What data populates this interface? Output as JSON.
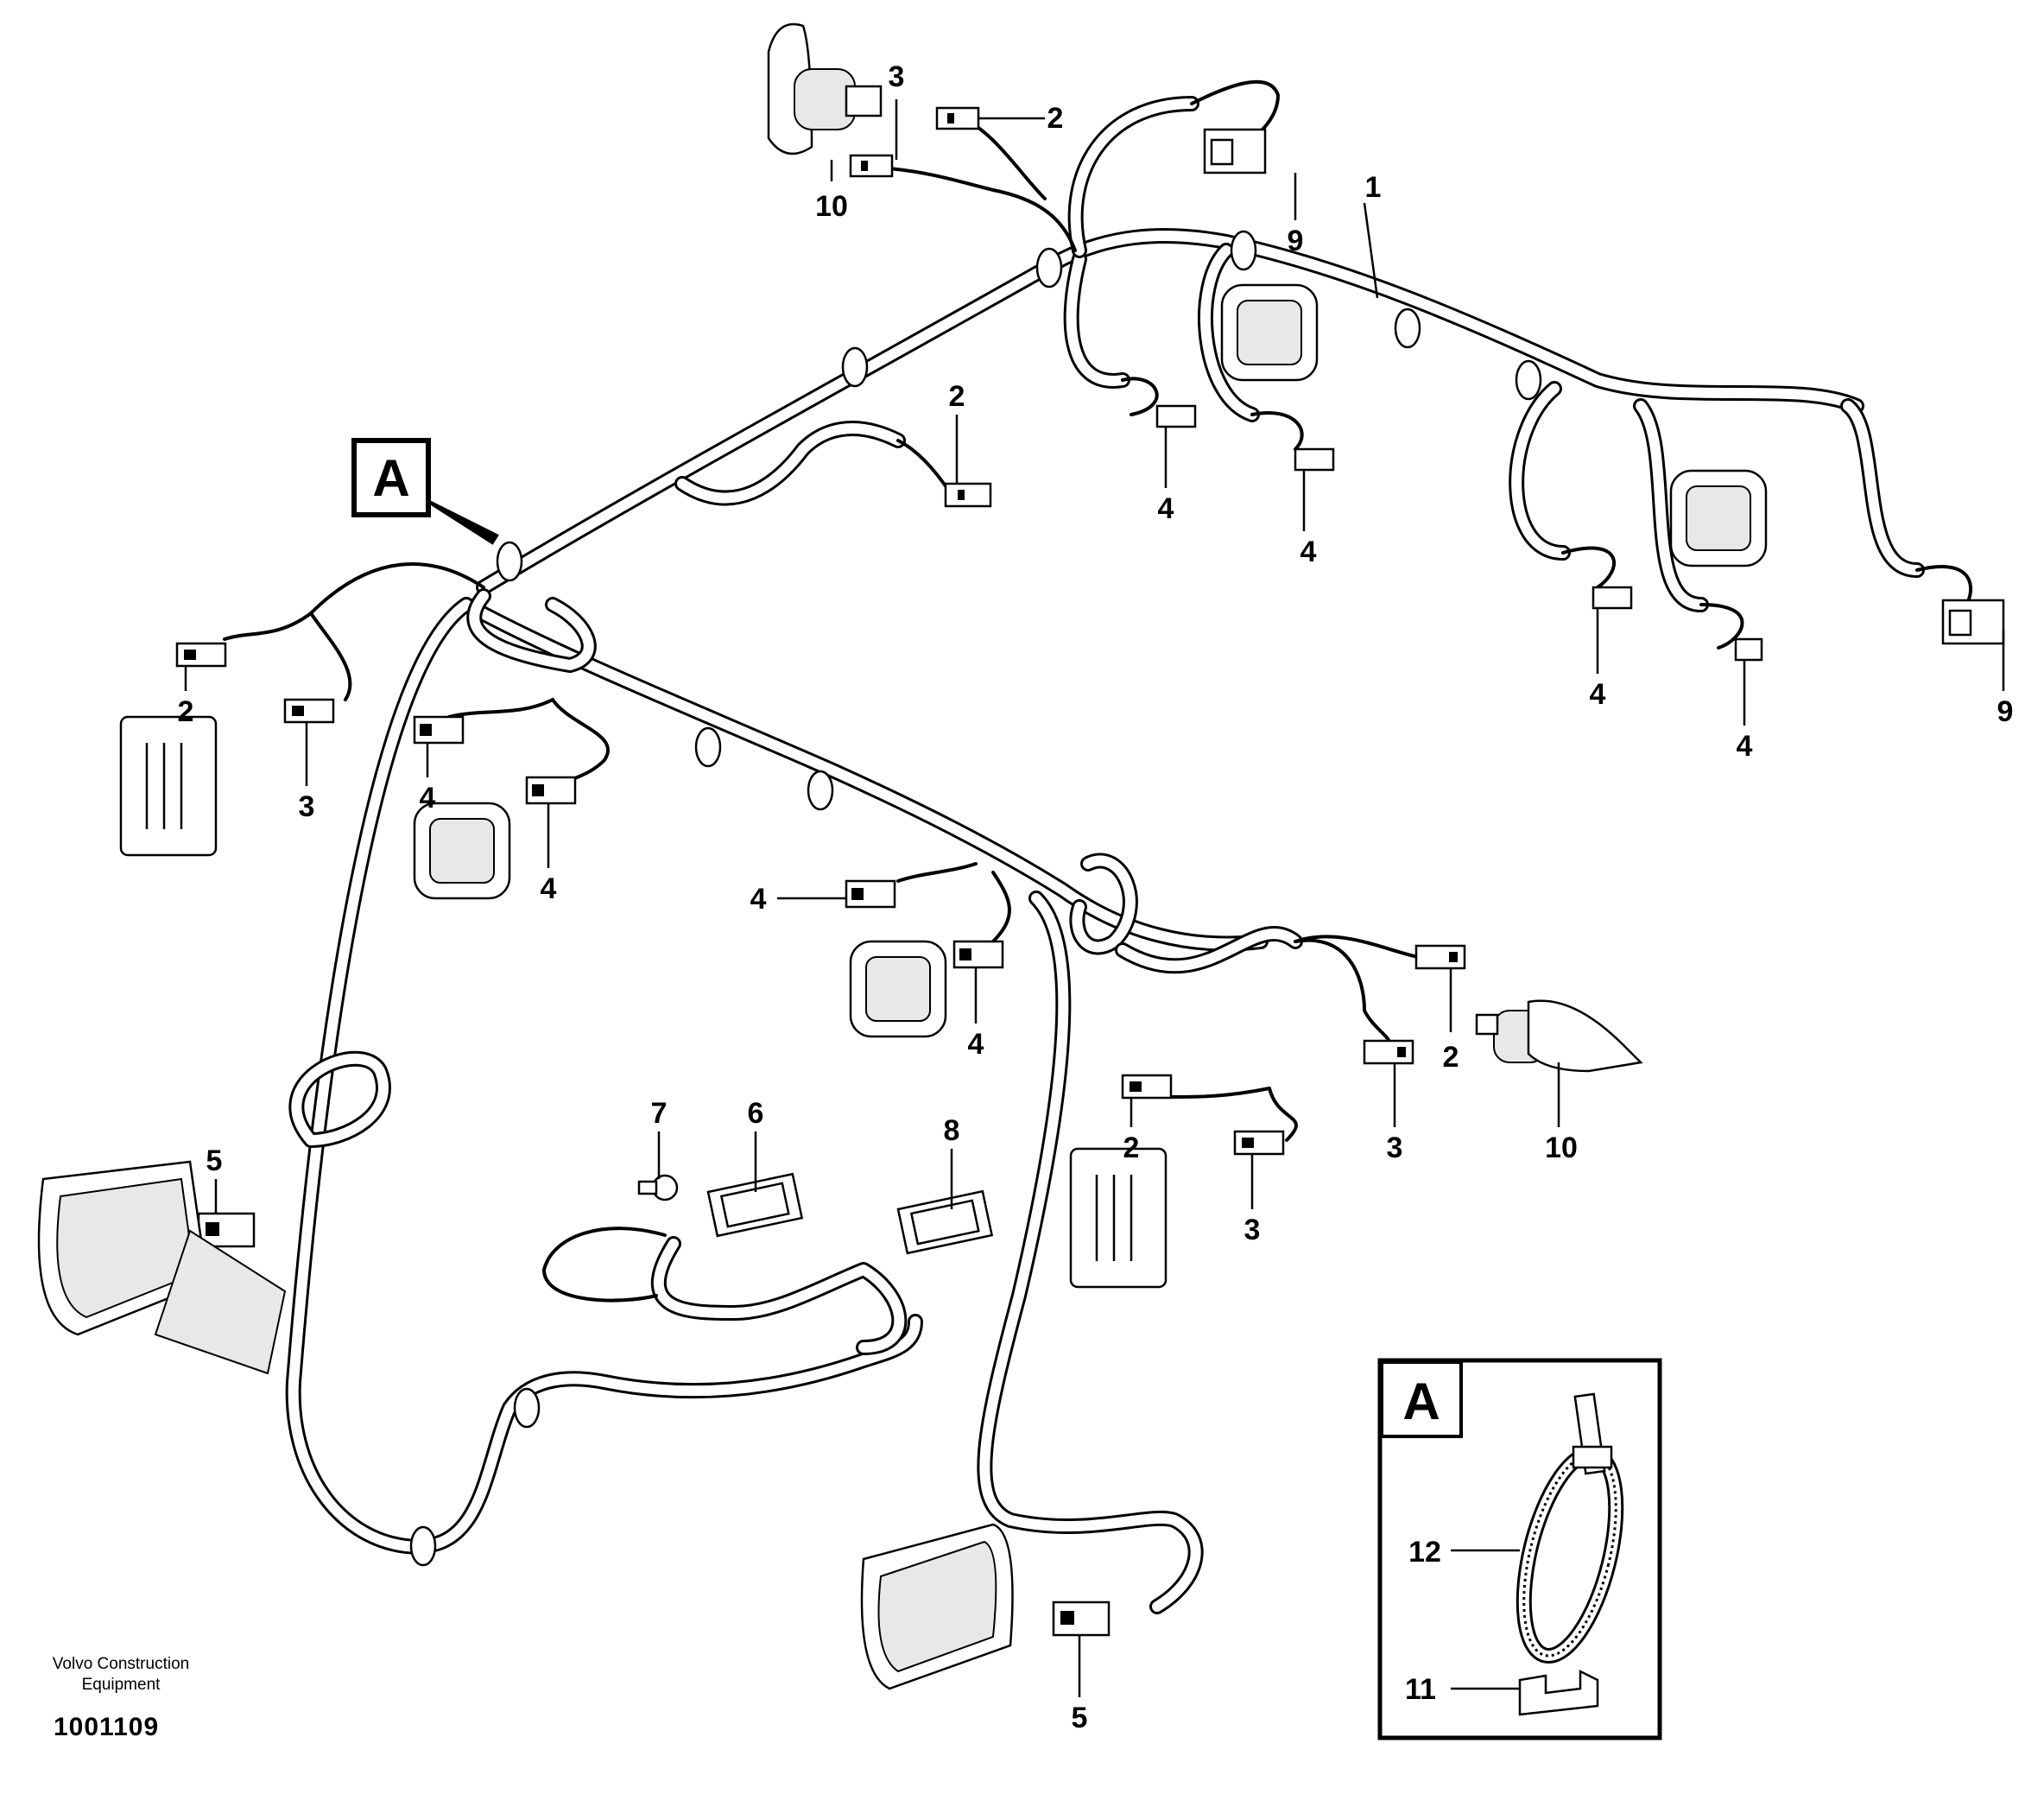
{
  "diagram": {
    "detail_marker": "A",
    "inset": {
      "label": "A"
    },
    "footer": {
      "brand": "Volvo Construction Equipment",
      "drawing_number": "1001109"
    },
    "callouts": [
      {
        "id": "c1",
        "text": "1"
      },
      {
        "id": "c2a",
        "text": "2"
      },
      {
        "id": "c2b",
        "text": "2"
      },
      {
        "id": "c2c",
        "text": "2"
      },
      {
        "id": "c2d",
        "text": "2"
      },
      {
        "id": "c2e",
        "text": "2"
      },
      {
        "id": "c3a",
        "text": "3"
      },
      {
        "id": "c3b",
        "text": "3"
      },
      {
        "id": "c3c",
        "text": "3"
      },
      {
        "id": "c3d",
        "text": "3"
      },
      {
        "id": "c4a",
        "text": "4"
      },
      {
        "id": "c4b",
        "text": "4"
      },
      {
        "id": "c4c",
        "text": "4"
      },
      {
        "id": "c4d",
        "text": "4"
      },
      {
        "id": "c4e",
        "text": "4"
      },
      {
        "id": "c4f",
        "text": "4"
      },
      {
        "id": "c4g",
        "text": "4"
      },
      {
        "id": "c4h",
        "text": "4"
      },
      {
        "id": "c5a",
        "text": "5"
      },
      {
        "id": "c5b",
        "text": "5"
      },
      {
        "id": "c6",
        "text": "6"
      },
      {
        "id": "c7",
        "text": "7"
      },
      {
        "id": "c8",
        "text": "8"
      },
      {
        "id": "c9a",
        "text": "9"
      },
      {
        "id": "c9b",
        "text": "9"
      },
      {
        "id": "c10a",
        "text": "10"
      },
      {
        "id": "c10b",
        "text": "10"
      },
      {
        "id": "c11",
        "text": "11"
      },
      {
        "id": "c12",
        "text": "12"
      }
    ]
  }
}
